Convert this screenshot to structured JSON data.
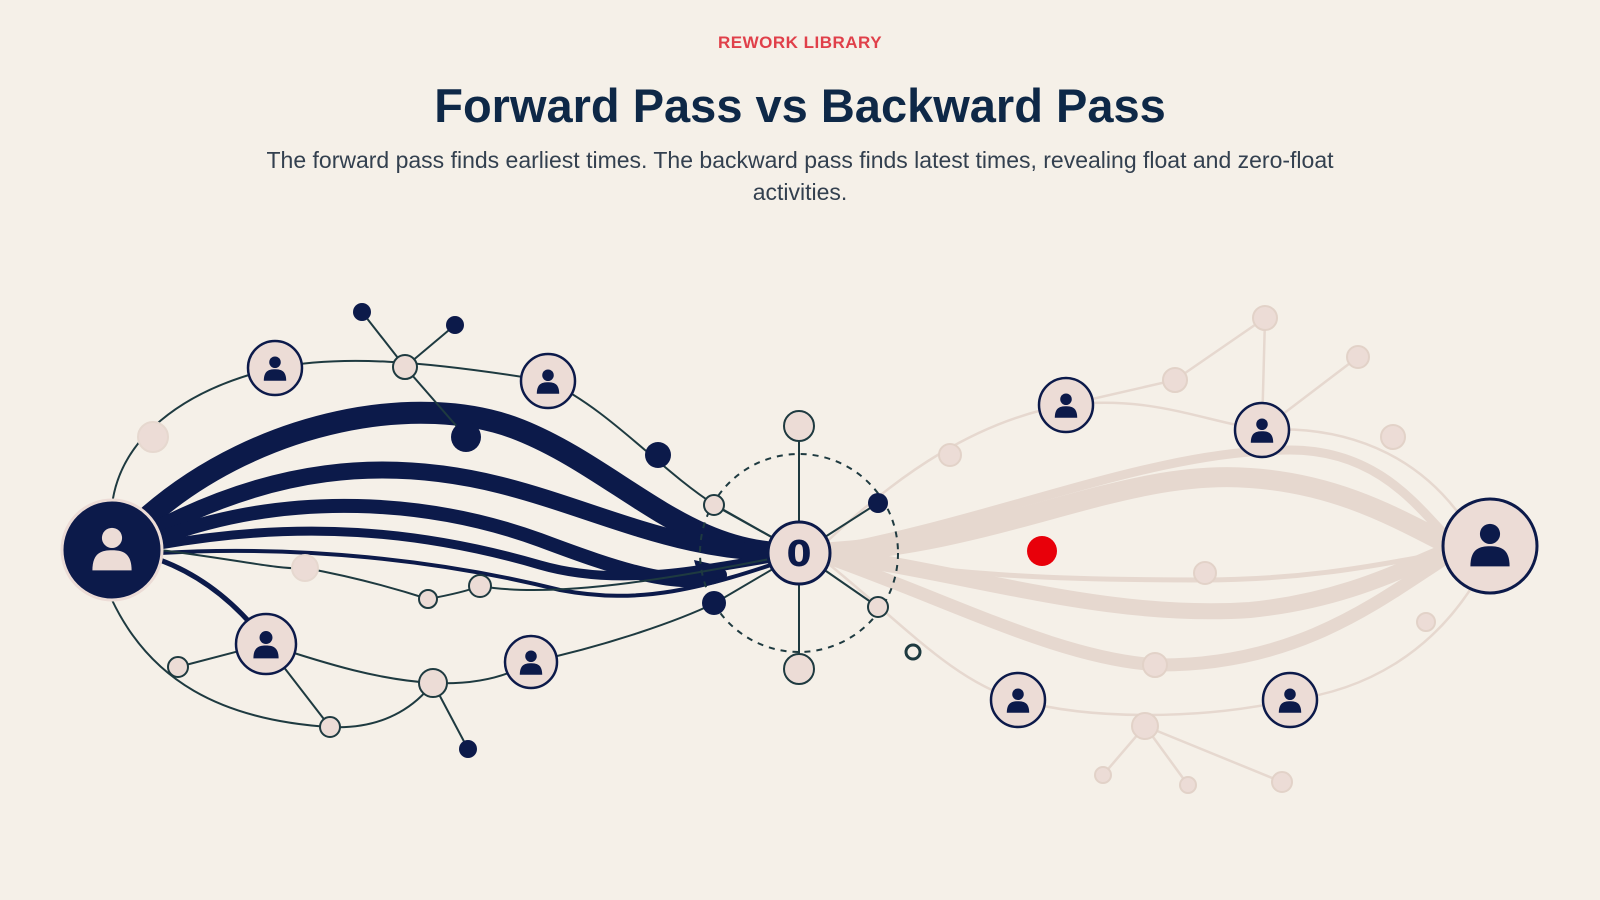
{
  "header": {
    "kicker": "REWORK LIBRARY",
    "title": "Forward Pass vs Backward Pass",
    "subtitle": "The forward pass finds earliest times. The backward pass finds latest times, revealing float and zero-float activities."
  },
  "diagram": {
    "center_label": "0",
    "colors": {
      "background": "#f5f0e8",
      "navy": "#0c1a4a",
      "line": "#1e3a40",
      "node_fill": "#ecdcd6",
      "faded": "#e8dad2",
      "accent_red": "#e8000a",
      "kicker_red": "#e0404a"
    },
    "left_side": {
      "meaning": "forward pass",
      "icons": [
        "user-icon"
      ]
    },
    "right_side": {
      "meaning": "backward pass (faded)",
      "icons": [
        "user-icon"
      ]
    }
  }
}
